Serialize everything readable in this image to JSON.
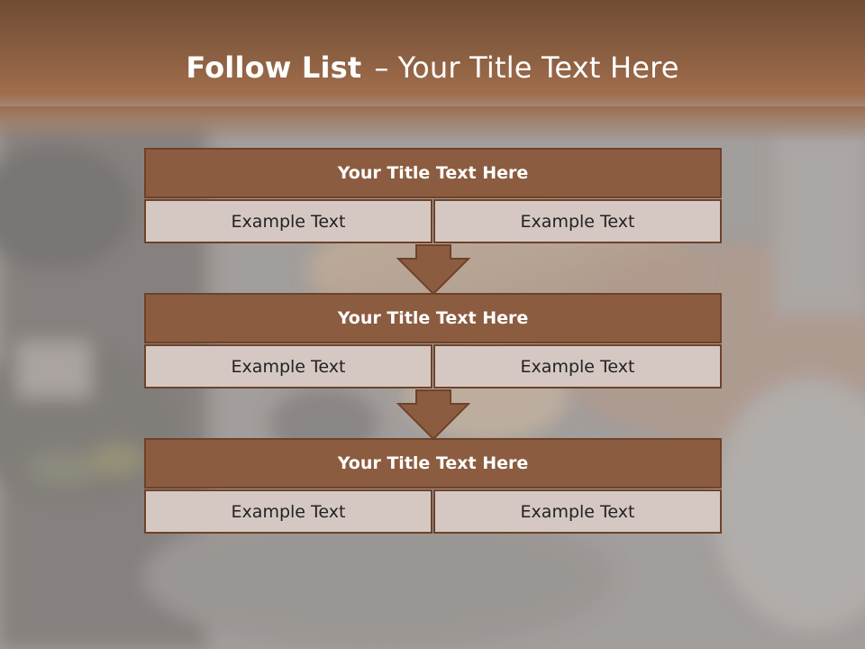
{
  "slide": {
    "title_bold": "Follow List",
    "title_dash": "–",
    "title_rest": "Your Title Text Here"
  },
  "blocks": [
    {
      "title": "Your Title Text Here",
      "left": "Example Text",
      "right": "Example Text"
    },
    {
      "title": "Your Title Text Here",
      "left": "Example Text",
      "right": "Example Text"
    },
    {
      "title": "Your Title Text Here",
      "left": "Example Text",
      "right": "Example Text"
    }
  ],
  "colors": {
    "header_fill": "#8b5c3f",
    "border": "#6e4229",
    "cell_fill": "#d5c8c3",
    "band": "#8a5e41"
  }
}
